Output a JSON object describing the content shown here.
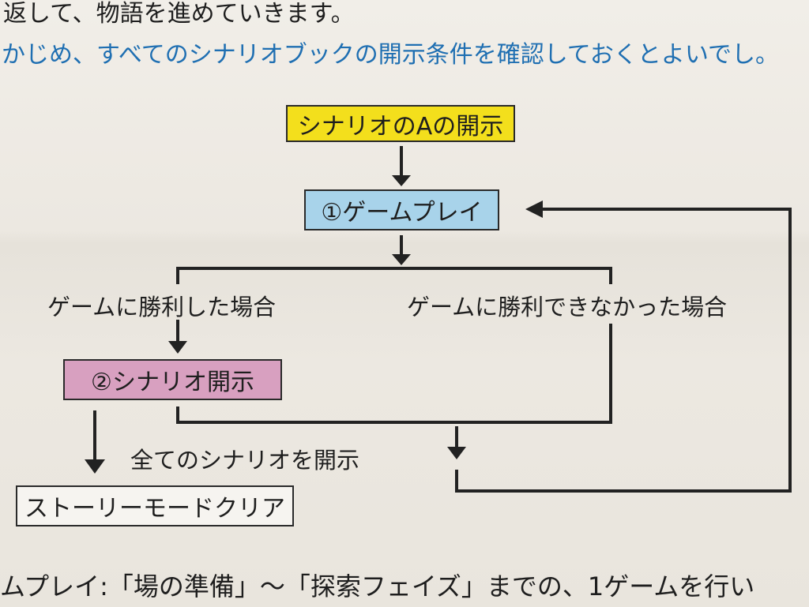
{
  "document": {
    "top_line": "返して、物語を進めていきます。",
    "note_line": "かじめ、すべてのシナリオブックの開示条件を確認しておくとよいでし。",
    "bottom_line": "ムプレイ:「場の準備」〜「探索フェイズ」までの、1ゲームを行い"
  },
  "flowchart": {
    "start": "シナリオのAの開示",
    "game_play": "①ゲームプレイ",
    "win_label": "ゲームに勝利した場合",
    "lose_label": "ゲームに勝利できなかった場合",
    "scenario_open": "②シナリオ開示",
    "all_open_label": "全てのシナリオを開示",
    "clear": "ストーリーモードクリア"
  },
  "colors": {
    "note_text": "#1f6fb2",
    "start_fill": "#f3df1c",
    "game_play_fill": "#a8d3ea",
    "scenario_fill": "#d8a0c0",
    "clear_fill": "#f6f4f0"
  }
}
